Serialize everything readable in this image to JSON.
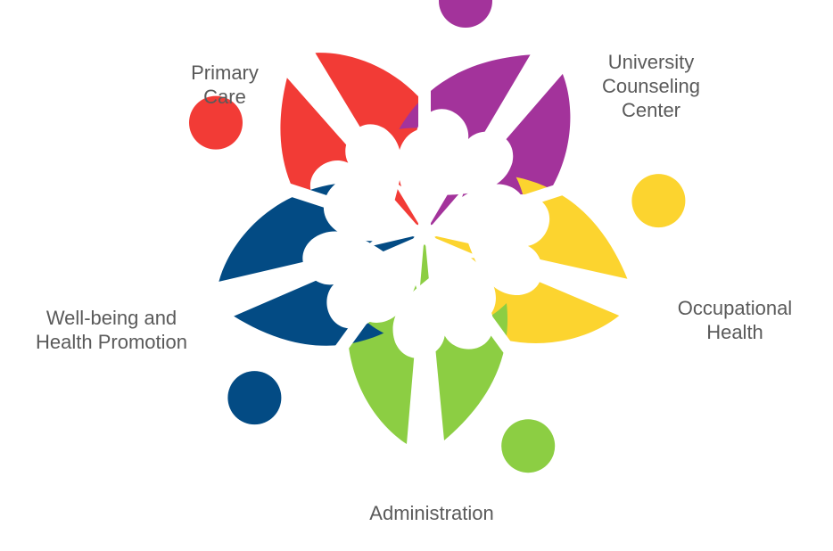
{
  "diagram": {
    "segments": [
      {
        "id": "primary-care",
        "label": "Primary\nCare",
        "color": "#F23B36"
      },
      {
        "id": "university-counseling-center",
        "label": "University\nCounseling\nCenter",
        "color": "#A3339B"
      },
      {
        "id": "occupational-health",
        "label": "Occupational\nHealth",
        "color": "#FCD42F"
      },
      {
        "id": "administration",
        "label": "Administration",
        "color": "#8CCE43"
      },
      {
        "id": "well-being-health-promotion",
        "label": "Well-being and\nHealth Promotion",
        "color": "#034B84"
      }
    ]
  }
}
